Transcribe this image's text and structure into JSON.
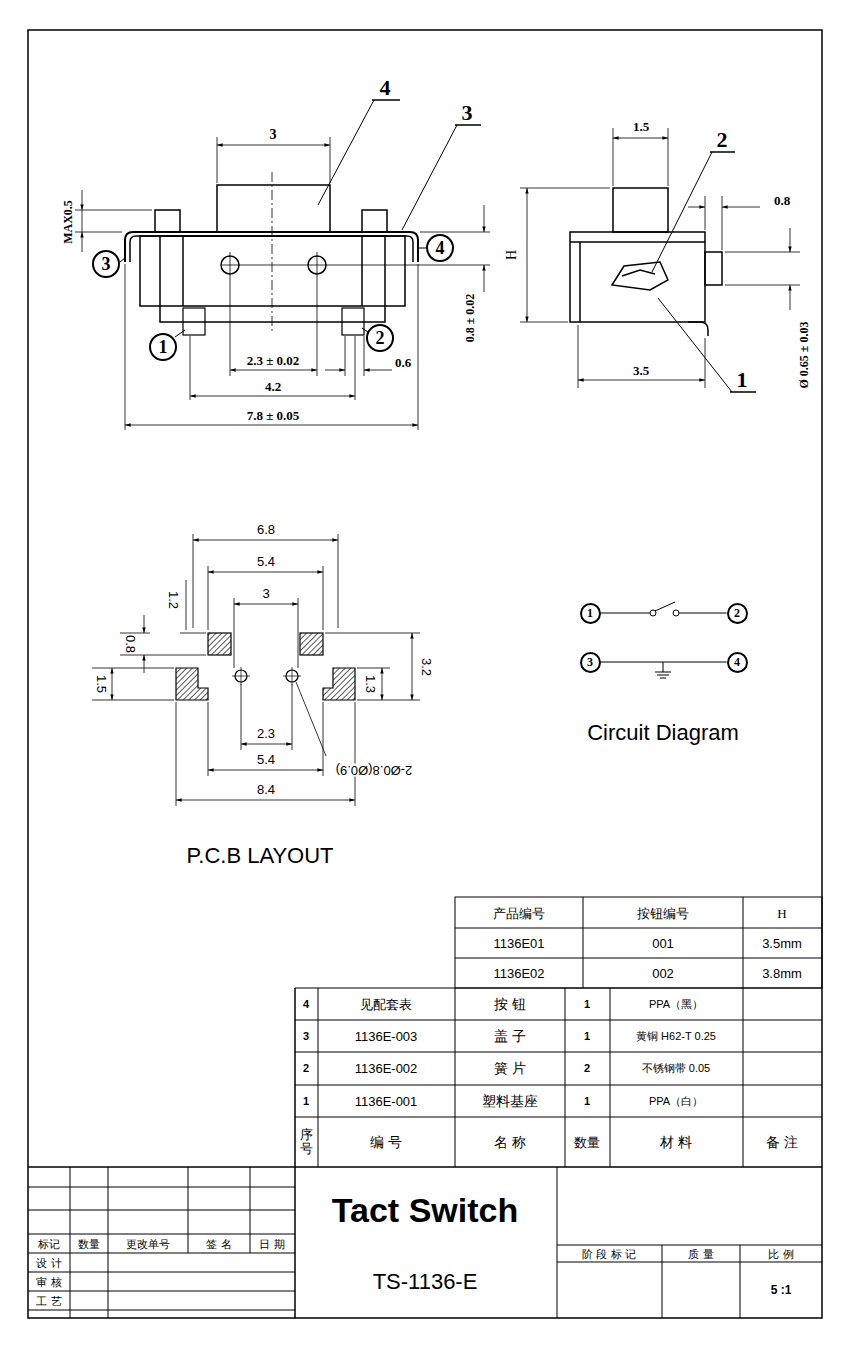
{
  "diagram": {
    "title": "Tact Switch",
    "nodes": [
      {
        "text": [
          "3"
        ]
      },
      {
        "text": [
          "4"
        ]
      },
      {
        "text": [
          "1"
        ]
      },
      {
        "text": [
          "2"
        ]
      },
      {
        "text": [
          "1"
        ]
      },
      {
        "text": [
          "2"
        ]
      },
      {
        "text": [
          "3"
        ]
      },
      {
        "text": [
          "4"
        ]
      }
    ],
    "edges": [
      {
        "from": 4,
        "to": 5,
        "arrow": "none"
      },
      {
        "from": 6,
        "to": 7,
        "arrow": "none"
      }
    ],
    "labels": [
      "4",
      "3",
      "3",
      "MAX0.5",
      "0.8 ± 0.02",
      "2.3 ± 0.02",
      "0.6",
      "4.2",
      "7.8 ± 0.05",
      "1.5",
      "2",
      "0.8",
      "H",
      "Ø 0.65 ± 0.03",
      "3.5",
      "1",
      "6.8",
      "5.4",
      "1.2",
      "3",
      "0.8",
      "1.5",
      "3.2",
      "1.3",
      "2.3",
      "5.4",
      "8.4",
      "2-Ø0.8(Ø0.9)",
      "P.C.B LAYOUT",
      "Circuit Diagram",
      "产品编号",
      "按钮编号",
      "H",
      "1136E01",
      "001",
      "3.5mm",
      "1136E02",
      "002",
      "3.8mm",
      "4",
      "见配套表",
      "按 钮",
      "1",
      "PPA（黑）",
      "3",
      "1136E-003",
      "盖 子",
      "1",
      "黄铜 H62-T 0.25",
      "2",
      "1136E-002",
      "簧 片",
      "2",
      "不锈钢带 0.05",
      "1",
      "1136E-001",
      "塑料基座",
      "1",
      "PPA（白）",
      "序号",
      "编 号",
      "名 称",
      "数量",
      "材 料",
      "备 注",
      "标记",
      "数量",
      "更改单号",
      "签 名",
      "日 期",
      "设 计",
      "审 核",
      "工 艺",
      "TS-1136-E",
      "阶 段 标 记",
      "质 量",
      "比 例",
      "5 :1"
    ]
  }
}
